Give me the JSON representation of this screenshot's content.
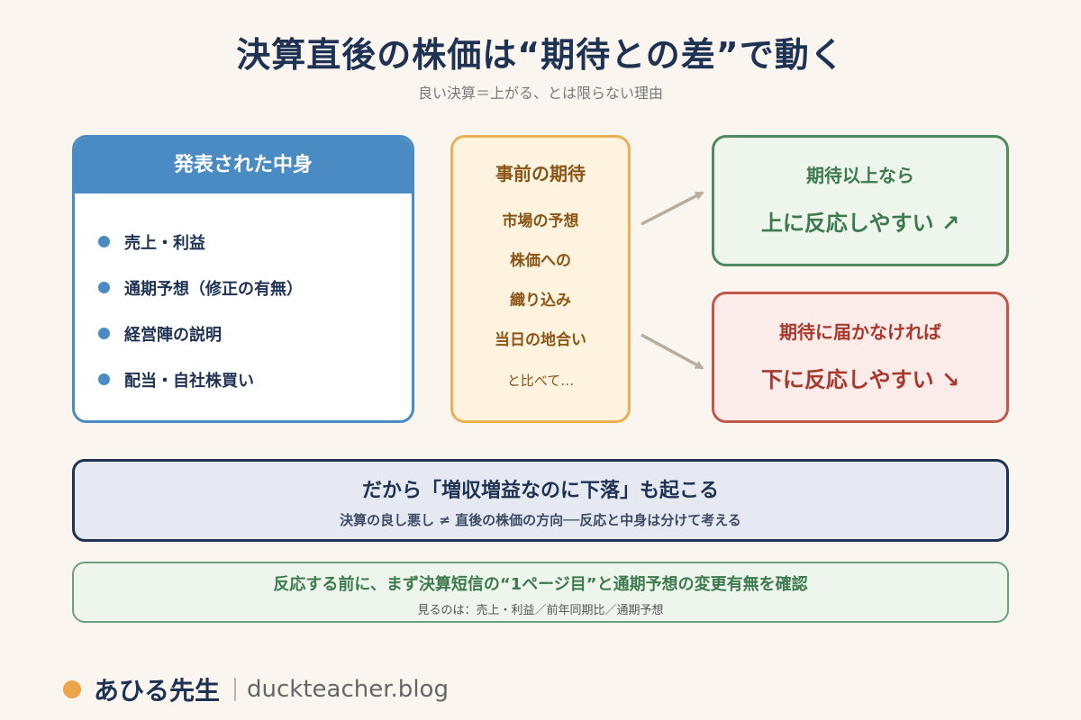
{
  "header": {
    "title": "決算直後の株価は“期待との差”で動く",
    "subtitle": "良い決算＝上がる、とは限らない理由"
  },
  "content_box": {
    "title": "発表された中身",
    "items": [
      "売上・利益",
      "通期予想（修正の有無）",
      "経営陣の説明",
      "配当・自社株買い"
    ]
  },
  "expectation_box": {
    "title": "事前の期待",
    "items": [
      "市場の予想",
      "株価への",
      "織り込み",
      "当日の地合い"
    ],
    "compare": "と比べて…"
  },
  "results": {
    "up": {
      "condition": "期待以上なら",
      "reaction": "上に反応しやすい ↗"
    },
    "down": {
      "condition": "期待に届かなければ",
      "reaction": "下に反応しやすい ↘"
    }
  },
  "banner": {
    "title": "だから「増収増益なのに下落」も起こる",
    "subtitle": "決算の良し悪し ≠ 直後の株価の方向──反応と中身は分けて考える"
  },
  "tip": {
    "title": "反応する前に、まず決算短信の“1ページ目”と通期予想の変更有無を確認",
    "subtitle": "見るのは：売上・利益／前年同期比／通期予想"
  },
  "footer": {
    "name": "あひる先生",
    "url": "duckteacher.blog"
  },
  "colors": {
    "navy": "#1e3354",
    "blue": "#4a8bc4",
    "orange": "#eab056",
    "green": "#4e8a5e",
    "red": "#c0584a",
    "arrow": "#b9ad9e",
    "footer_dot": "#eba447"
  }
}
